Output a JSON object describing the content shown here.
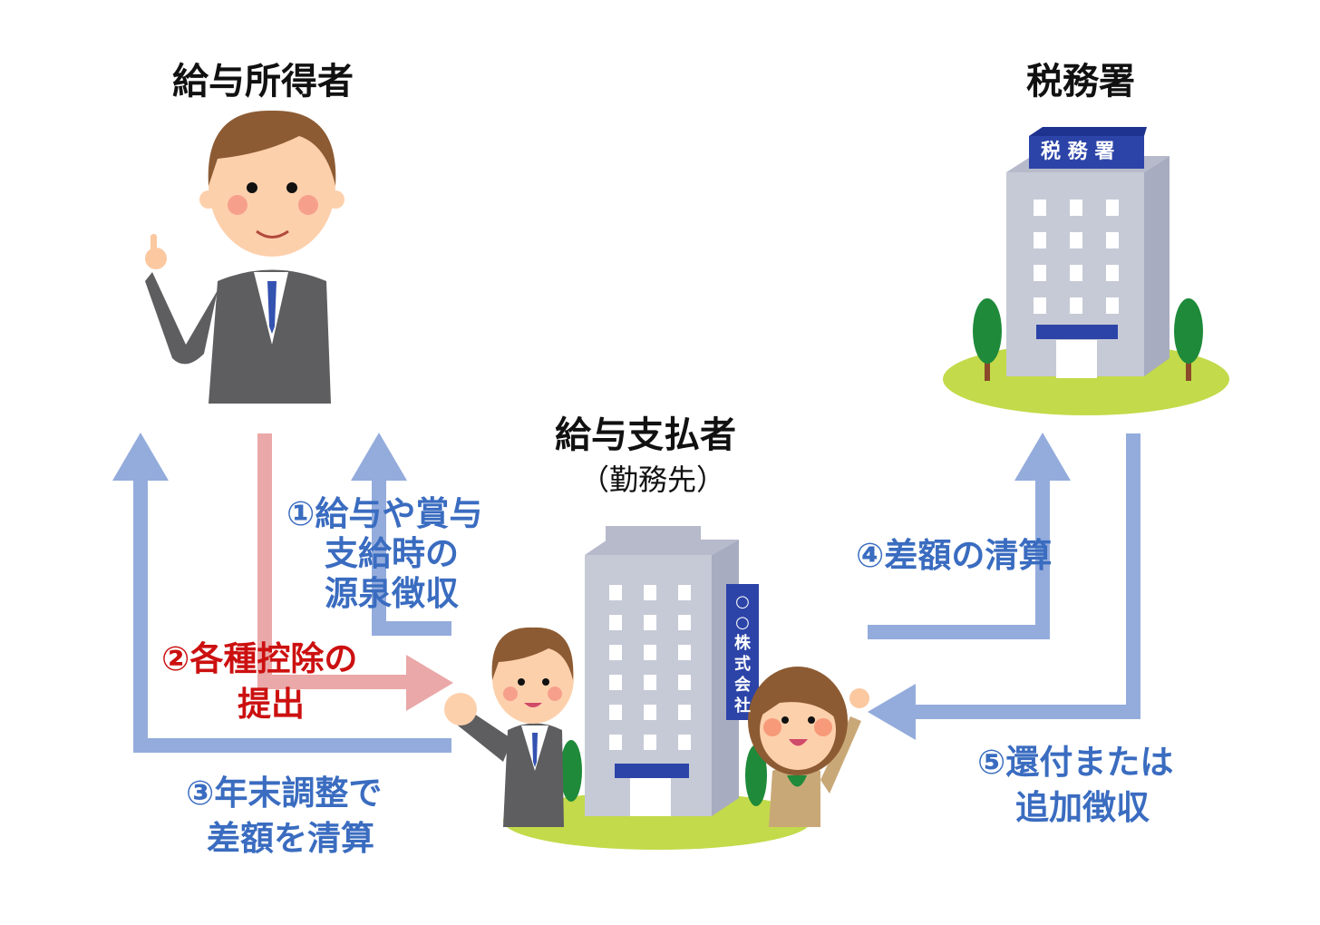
{
  "titles": {
    "employee": "給与所得者",
    "tax_office": "税務署",
    "payer": "給与支払者",
    "payer_sub": "（勤務先）"
  },
  "signs": {
    "tax_office_sign": "税 務 署",
    "company_sign": "○○株式会社"
  },
  "steps": {
    "step1": [
      "①給与や賞与",
      "支給時の",
      "源泉徴収"
    ],
    "step2": [
      "②各種控除の",
      "提出"
    ],
    "step3": [
      "③年末調整で",
      "差額を清算"
    ],
    "step4": [
      "④差額の清算"
    ],
    "step5": [
      "⑤還付または",
      "追加徴収"
    ]
  },
  "colors": {
    "arrow_blue": "#94acdc",
    "arrow_pink": "#eaa8a8",
    "text_blue": "#3a6cc0",
    "text_red": "#cc1010",
    "sign_blue": "#2c44a8"
  }
}
